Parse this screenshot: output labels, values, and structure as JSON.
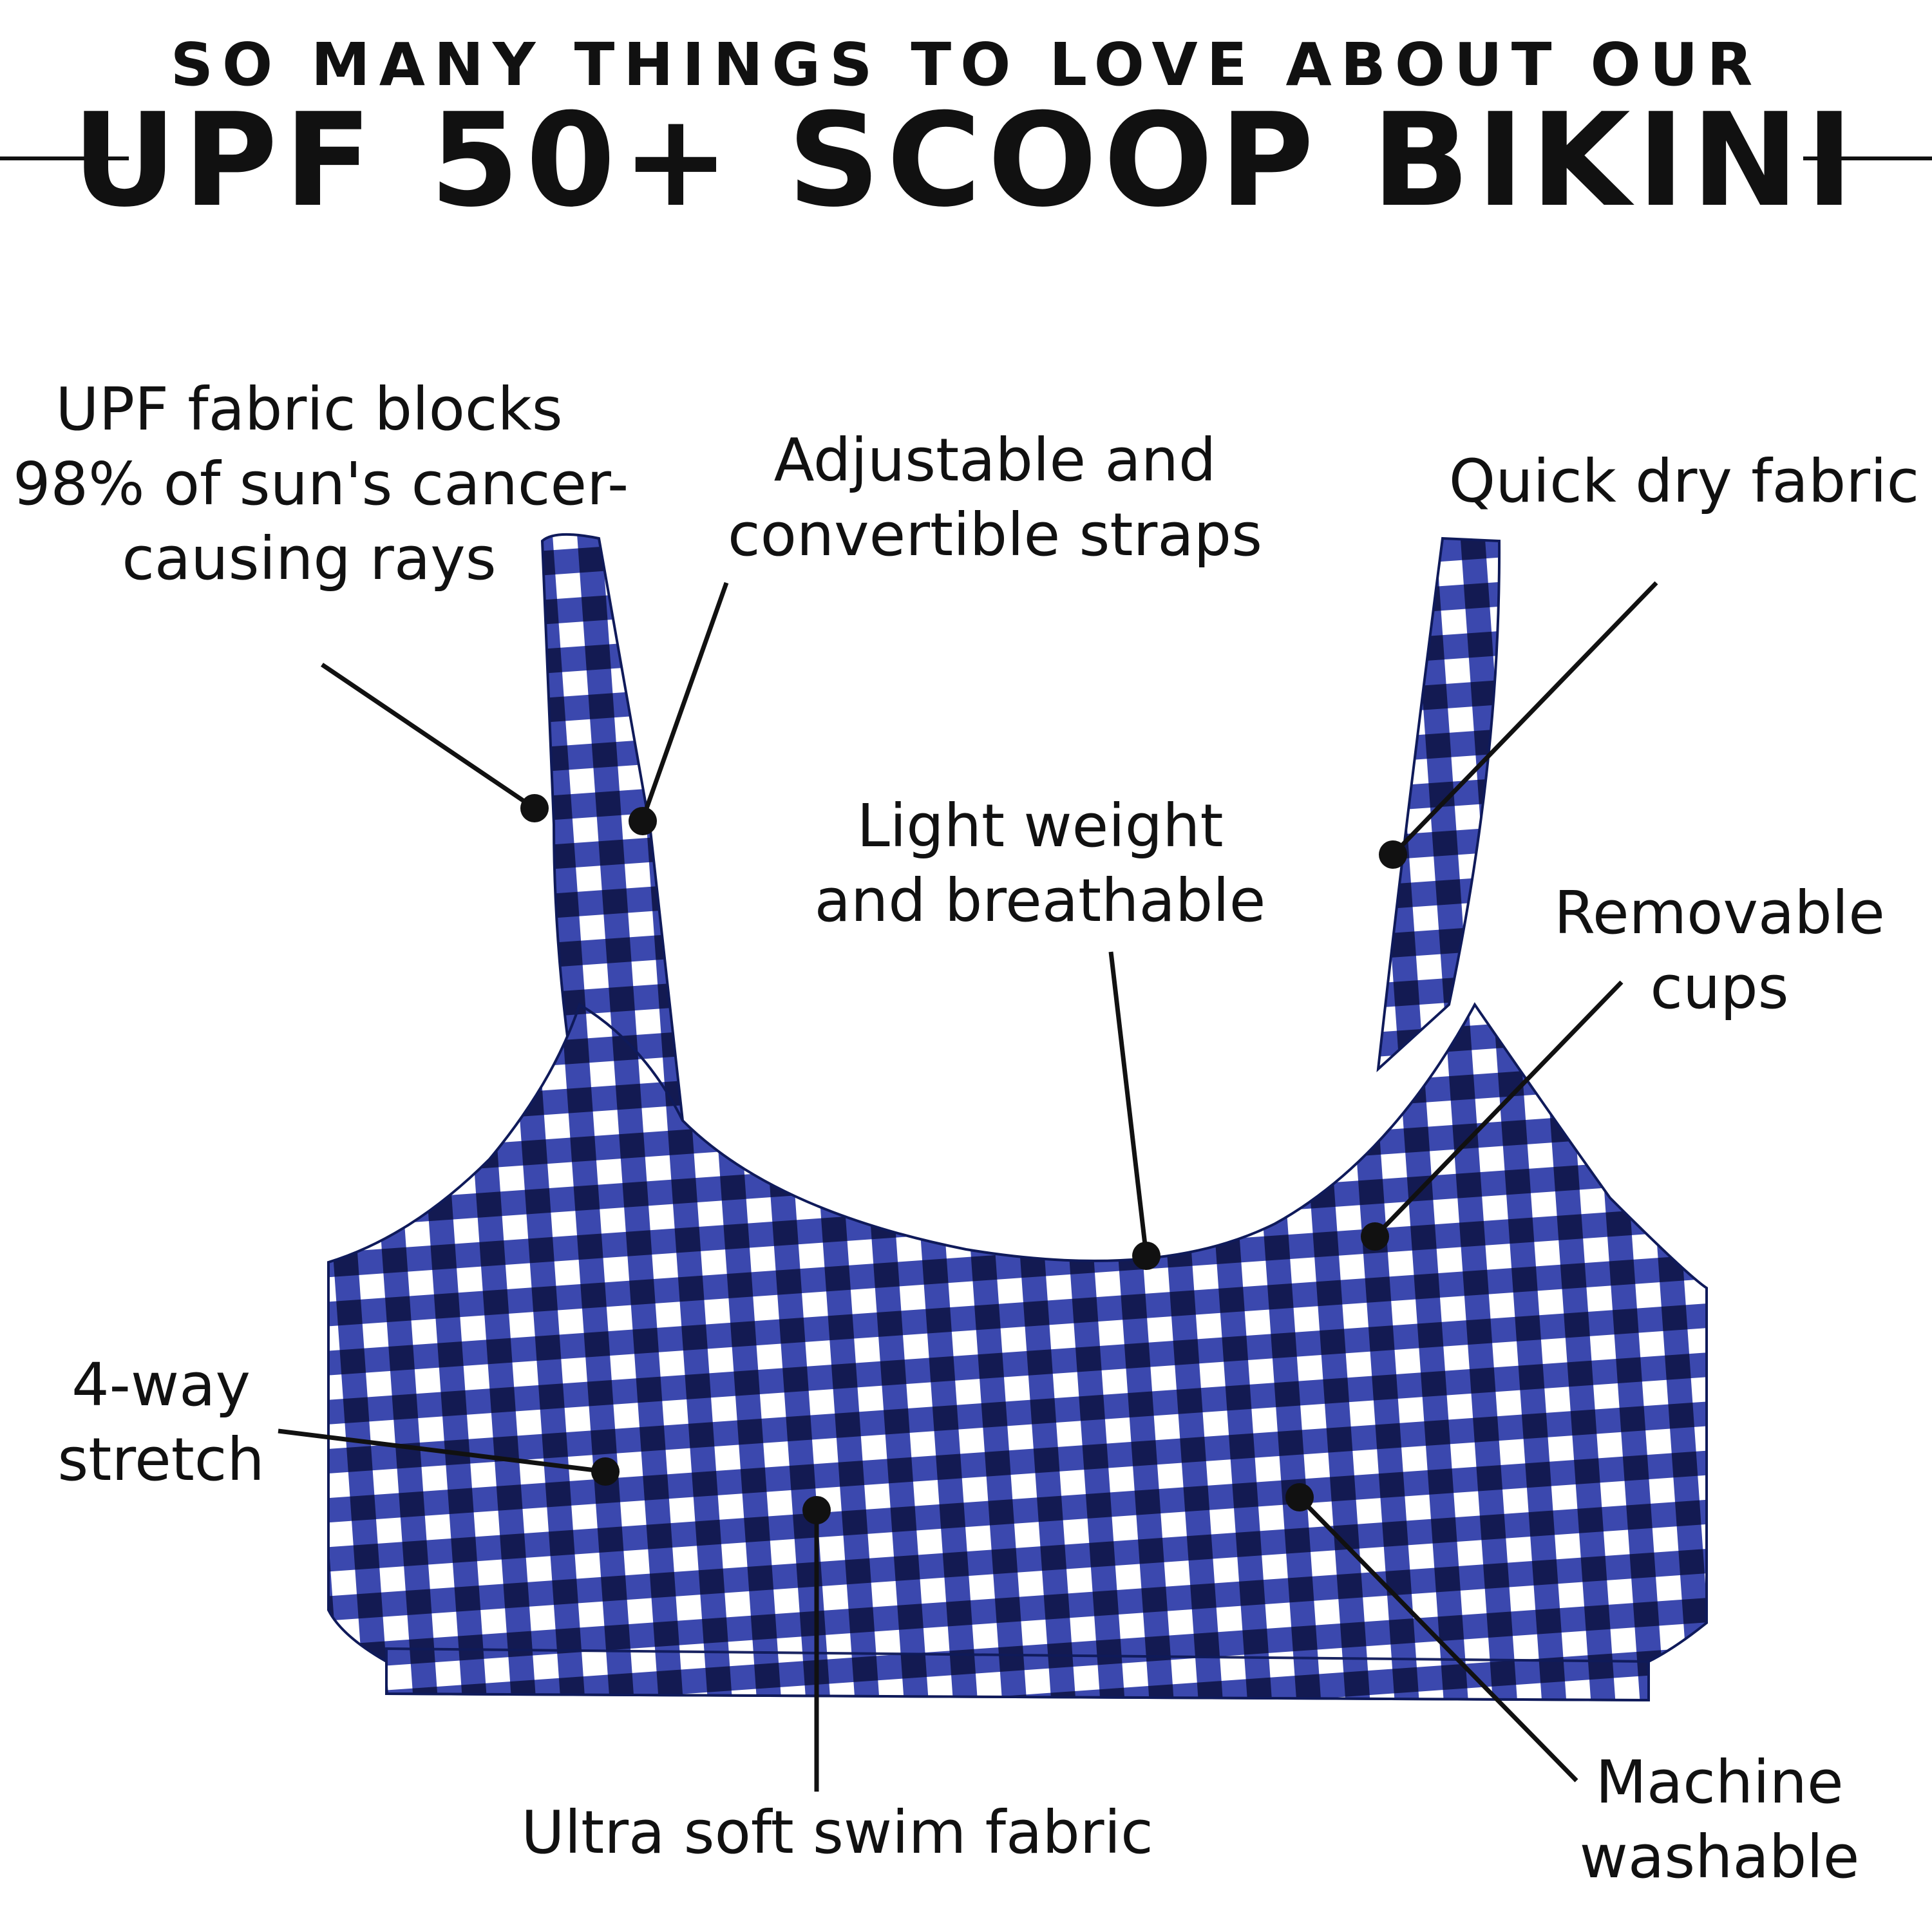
{
  "header": {
    "kicker": "SO MANY THINGS TO LOVE ABOUT OUR",
    "title": "UPF 50+ SCOOP BIKINI"
  },
  "features": [
    {
      "id": "upf-blocks",
      "lines": [
        "UPF fabric blocks",
        "98% of sun's cancer-",
        "causing rays"
      ]
    },
    {
      "id": "adjustable-straps",
      "lines": [
        "Adjustable and",
        "convertible straps"
      ]
    },
    {
      "id": "quick-dry",
      "lines": [
        "Quick dry fabric"
      ]
    },
    {
      "id": "lightweight",
      "lines": [
        "Light weight",
        "and breathable"
      ]
    },
    {
      "id": "removable-cups",
      "lines": [
        "Removable",
        "cups"
      ]
    },
    {
      "id": "four-way-stretch",
      "lines": [
        "4-way",
        "stretch"
      ]
    },
    {
      "id": "ultra-soft",
      "lines": [
        "Ultra soft swim fabric"
      ]
    },
    {
      "id": "machine-washable",
      "lines": [
        "Machine",
        "washable"
      ]
    }
  ],
  "colors": {
    "navy": "#1c2a8f",
    "dark_navy": "#131a52",
    "white": "#ffffff",
    "ink": "#111111"
  }
}
